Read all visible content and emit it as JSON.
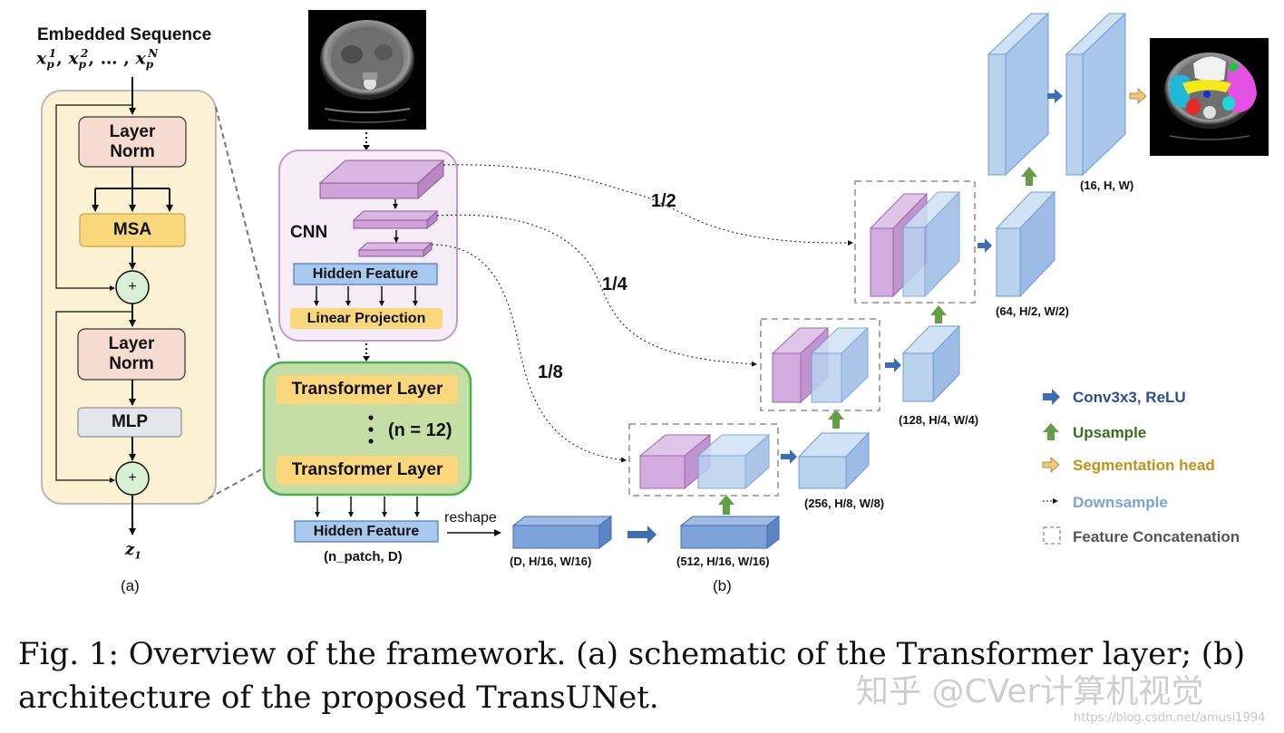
{
  "panel_a": {
    "title": "Embedded Sequence",
    "input_symbol": "x",
    "input_sub": "p",
    "input_seq": [
      "1",
      "2",
      "N"
    ],
    "input_sep": ", ",
    "input_dots": ", … , ",
    "layer_norm_1": "Layer Norm",
    "msa": "MSA",
    "layer_norm_2": "Layer Norm",
    "mlp": "MLP",
    "plus": "+",
    "output_symbol": "z",
    "output_sub": "1",
    "label": "(a)"
  },
  "panel_b": {
    "cnn": "CNN",
    "hidden_feature_top": "Hidden Feature",
    "linear_projection": "Linear Projection",
    "transformer_layer_1": "Transformer Layer",
    "transformer_layer_2": "Transformer Layer",
    "repeat": "(n = 12)",
    "hidden_feature_bottom": "Hidden Feature",
    "n_patch": "(n_patch, D)",
    "reshape": "reshape",
    "skip_1_2": "1/2",
    "skip_1_4": "1/4",
    "skip_1_8": "1/8",
    "dims": {
      "d16": "(D, H/16, W/16)",
      "c512": "(512, H/16, W/16)",
      "c256": "(256, H/8, W/8)",
      "c128": "(128, H/4, W/4)",
      "c64": "(64, H/2, W/2)",
      "c16": "(16, H, W)"
    },
    "label": "(b)"
  },
  "legend": {
    "conv": "Conv3x3, ReLU",
    "upsample": "Upsample",
    "seghead": "Segmentation head",
    "downsample": "Downsample",
    "concat": "Feature Concatenation"
  },
  "caption": {
    "line1": "Fig. 1: Overview of the framework. (a) schematic of the Transformer layer; (b)",
    "line2": "architecture of the proposed TransUNet."
  },
  "watermark": {
    "main": "知乎 @CVer计算机视觉",
    "url": "https://blog.csdn.net/amusi1994"
  },
  "colors": {
    "ln_fill": "#f6dcd0",
    "msa_fill": "#fbd77b",
    "mlp_fill": "#e3e6ea",
    "panel_a_fill": "#fcf1d3",
    "cnn_fill": "#f5ecf5",
    "cnn_border": "#c39ac7",
    "trans_fill": "#c5dea6",
    "trans_border": "#4caf50",
    "blue_feature": "#b9d2ee",
    "conv_arrow": "#3f6db5",
    "up_arrow": "#63a044",
    "seg_arrow": "#f0c77a",
    "legend_conv_text": "#2f4f8a",
    "legend_up_text": "#3b6d1f",
    "legend_seg_text": "#c39018",
    "legend_down_text": "#7aa3d6",
    "legend_concat_text": "#555555"
  }
}
